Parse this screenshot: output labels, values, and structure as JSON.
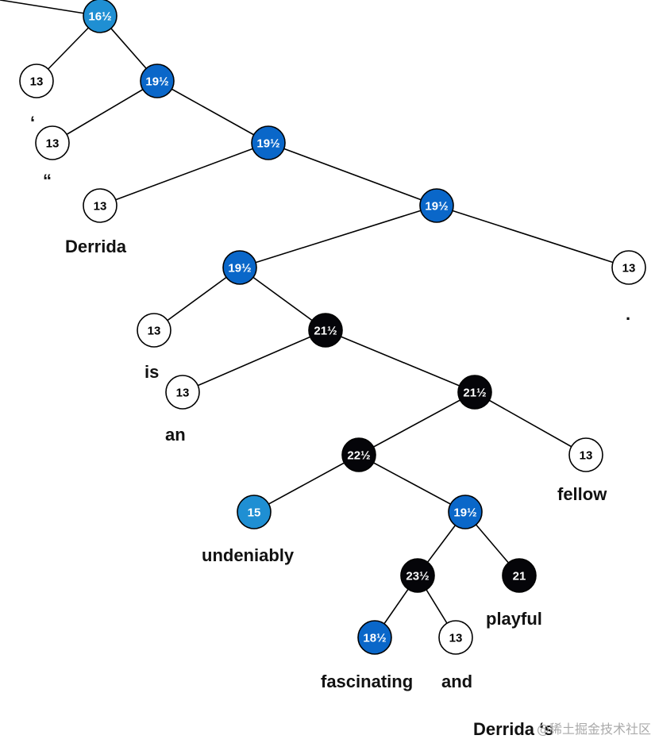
{
  "palette": {
    "white": "#ffffff",
    "light_blue": "#1f8fd3",
    "blue": "#0a67c9",
    "black": "#050509",
    "text_dark": "#000000",
    "text_light": "#ffffff"
  },
  "tree": {
    "nodes": [
      {
        "id": "n1",
        "label": "16½",
        "fill": "light_blue"
      },
      {
        "id": "n2",
        "label": "13",
        "fill": "white"
      },
      {
        "id": "n3",
        "label": "19½",
        "fill": "blue"
      },
      {
        "id": "n4",
        "label": "13",
        "fill": "white"
      },
      {
        "id": "n5",
        "label": "19½",
        "fill": "blue"
      },
      {
        "id": "n6",
        "label": "13",
        "fill": "white"
      },
      {
        "id": "n7",
        "label": "19½",
        "fill": "blue"
      },
      {
        "id": "n8",
        "label": "19½",
        "fill": "blue"
      },
      {
        "id": "n9",
        "label": "13",
        "fill": "white"
      },
      {
        "id": "n10",
        "label": "13",
        "fill": "white"
      },
      {
        "id": "n11",
        "label": "21½",
        "fill": "black"
      },
      {
        "id": "n12",
        "label": "13",
        "fill": "white"
      },
      {
        "id": "n13",
        "label": "21½",
        "fill": "black"
      },
      {
        "id": "n14",
        "label": "22½",
        "fill": "black"
      },
      {
        "id": "n15",
        "label": "13",
        "fill": "white"
      },
      {
        "id": "n16",
        "label": "15",
        "fill": "light_blue"
      },
      {
        "id": "n17",
        "label": "19½",
        "fill": "blue"
      },
      {
        "id": "n18",
        "label": "23½",
        "fill": "black"
      },
      {
        "id": "n19",
        "label": "21",
        "fill": "black"
      },
      {
        "id": "n20",
        "label": "18½",
        "fill": "blue"
      },
      {
        "id": "n21",
        "label": "13",
        "fill": "white"
      }
    ],
    "edges": [
      [
        "n1",
        "n2"
      ],
      [
        "n1",
        "n3"
      ],
      [
        "n3",
        "n4"
      ],
      [
        "n3",
        "n5"
      ],
      [
        "n5",
        "n6"
      ],
      [
        "n5",
        "n7"
      ],
      [
        "n7",
        "n8"
      ],
      [
        "n7",
        "n9"
      ],
      [
        "n8",
        "n10"
      ],
      [
        "n8",
        "n11"
      ],
      [
        "n11",
        "n12"
      ],
      [
        "n11",
        "n13"
      ],
      [
        "n13",
        "n14"
      ],
      [
        "n13",
        "n15"
      ],
      [
        "n14",
        "n16"
      ],
      [
        "n14",
        "n17"
      ],
      [
        "n17",
        "n18"
      ],
      [
        "n17",
        "n19"
      ],
      [
        "n18",
        "n20"
      ],
      [
        "n18",
        "n21"
      ]
    ],
    "words": [
      {
        "id": "w-quote-single",
        "text": "‘"
      },
      {
        "id": "w-quote-double",
        "text": "“"
      },
      {
        "id": "w-derrida",
        "text": "Derrida"
      },
      {
        "id": "w-period",
        "text": "."
      },
      {
        "id": "w-is",
        "text": "is"
      },
      {
        "id": "w-an",
        "text": "an"
      },
      {
        "id": "w-fellow",
        "text": "fellow"
      },
      {
        "id": "w-undeniably",
        "text": "undeniably"
      },
      {
        "id": "w-playful",
        "text": "playful"
      },
      {
        "id": "w-fascinating",
        "text": "fascinating"
      },
      {
        "id": "w-and",
        "text": "and"
      },
      {
        "id": "w-derridas",
        "text": "Derrida ‘s"
      }
    ]
  },
  "watermark": {
    "text": "@稀土掘金技术社区"
  }
}
